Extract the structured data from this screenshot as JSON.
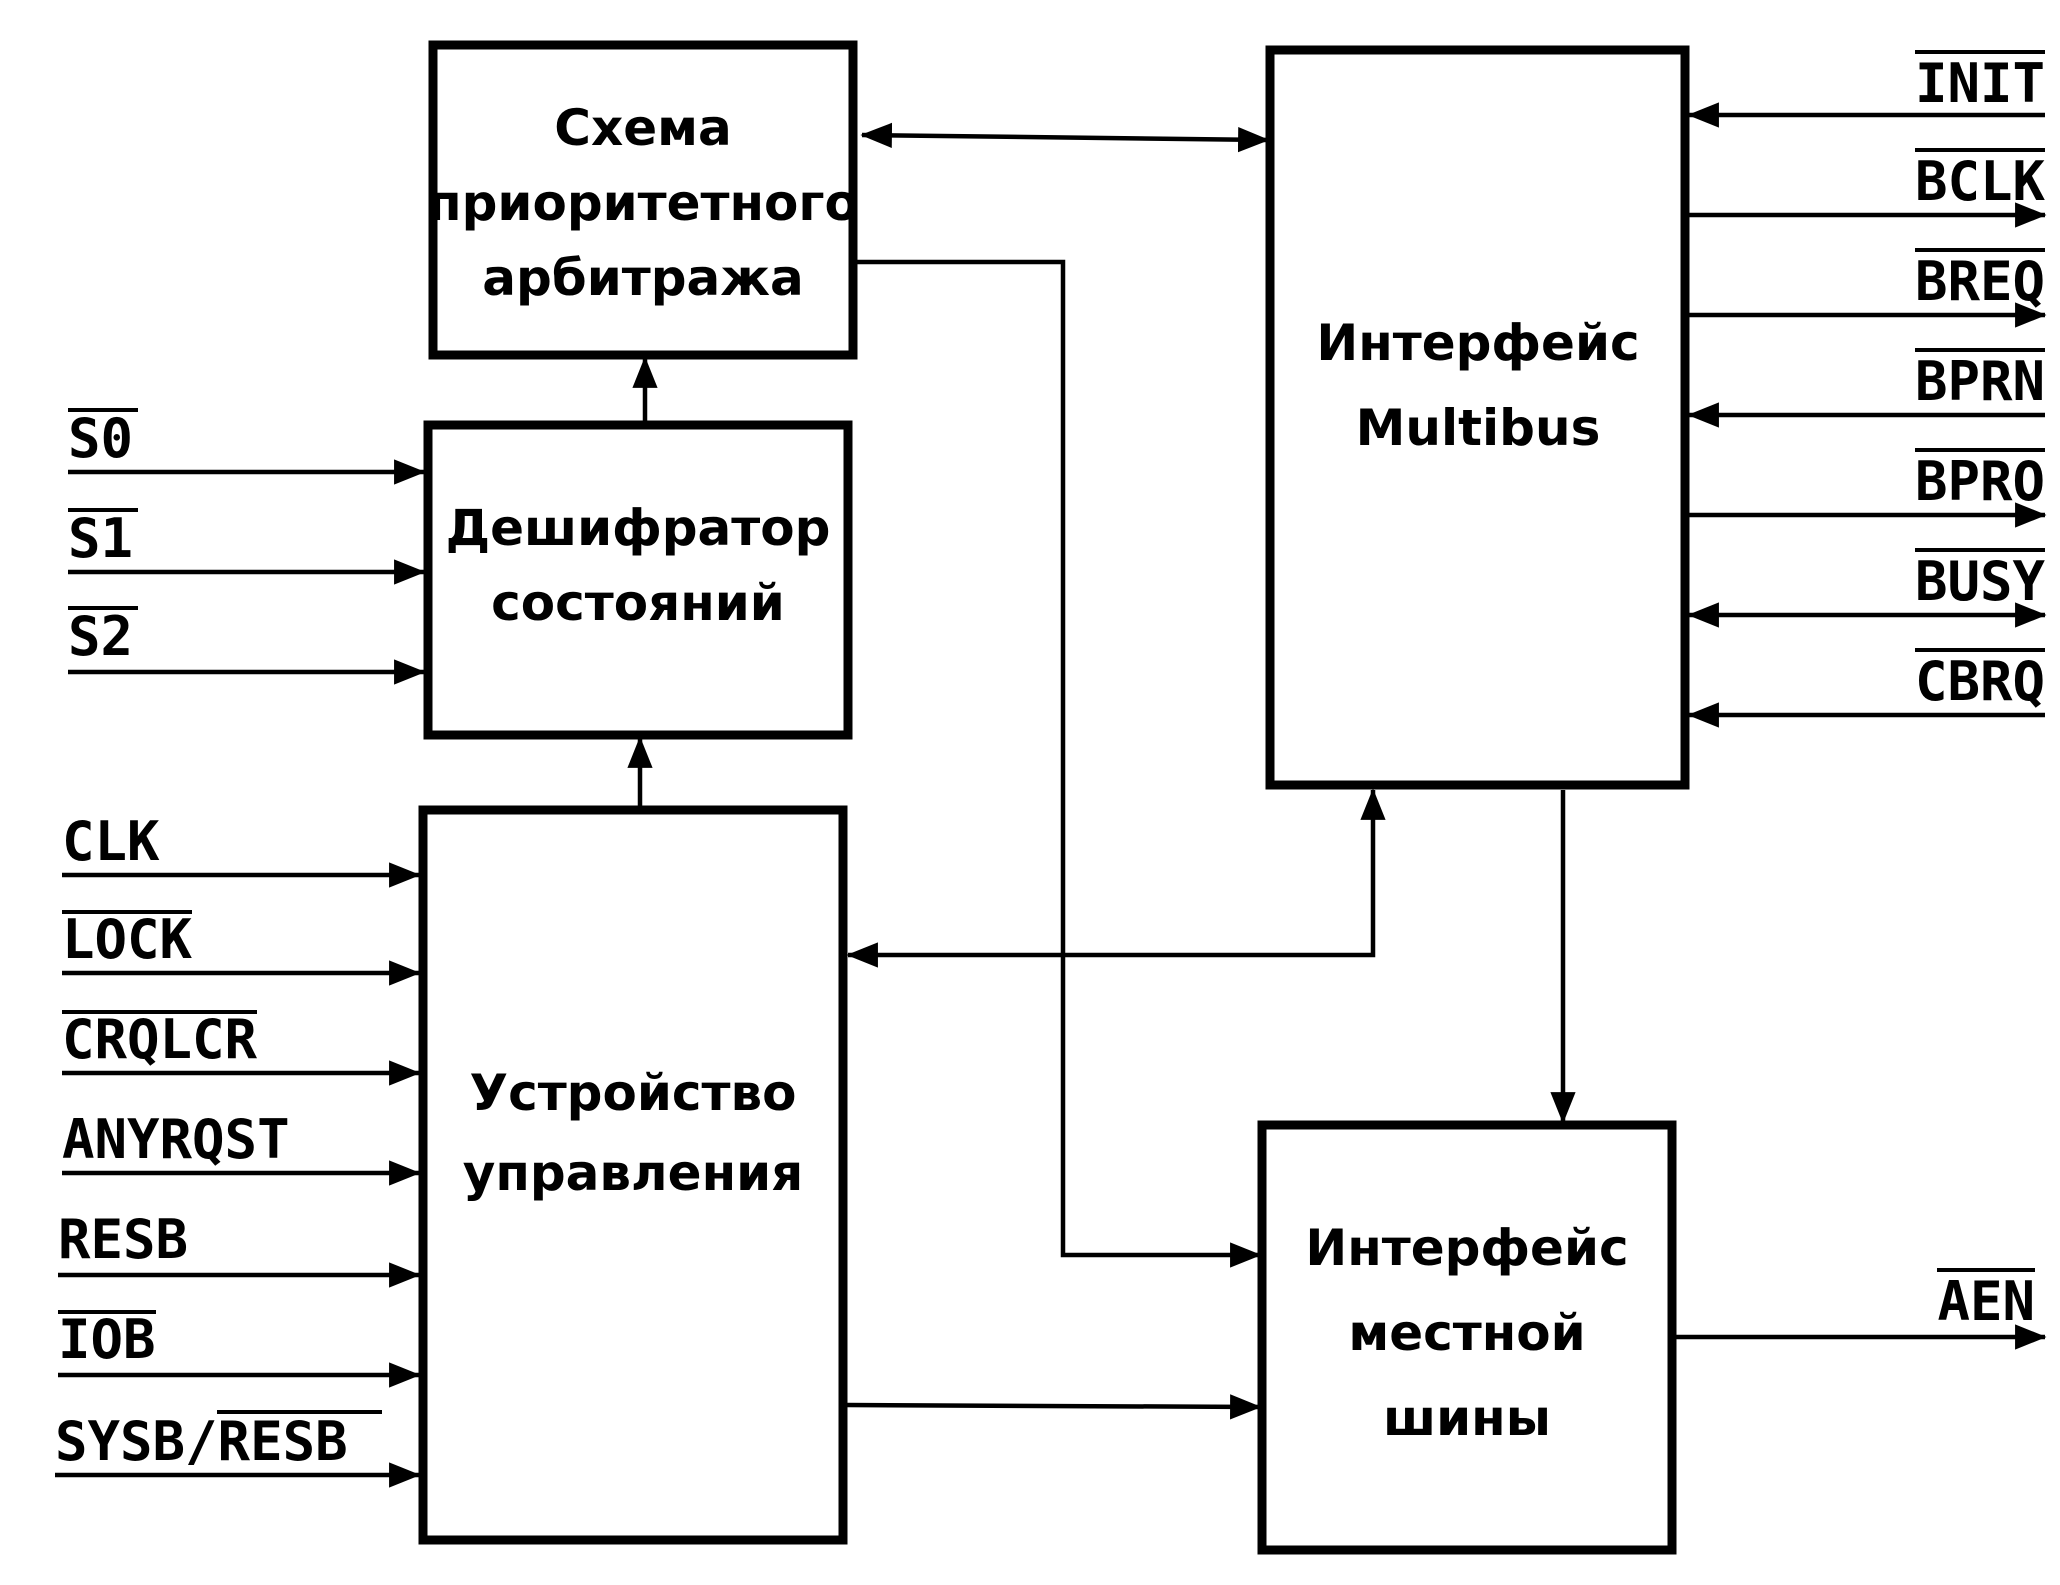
{
  "blocks": {
    "arbiter": [
      "Схема",
      "приоритетного",
      "арбитража"
    ],
    "decoder": [
      "Дешифратор",
      "состояний"
    ],
    "control": [
      "Устройство",
      "управления"
    ],
    "multibus": [
      "Интерфейс",
      "Multibus"
    ],
    "local_bus": [
      "Интерфейс",
      "местной",
      "шины"
    ]
  },
  "signals": {
    "status": [
      "S0",
      "S1",
      "S2"
    ],
    "control_inputs": [
      "CLK",
      "LOCK",
      "CRQLCR",
      "ANYRQST",
      "RESB",
      "IOB",
      "SYSB/RESB"
    ],
    "multibus_signals": [
      "INIT",
      "BCLK",
      "BREQ",
      "BPRN",
      "BPRO",
      "BUSY",
      "CBRQ"
    ],
    "local_output": "AEN"
  }
}
